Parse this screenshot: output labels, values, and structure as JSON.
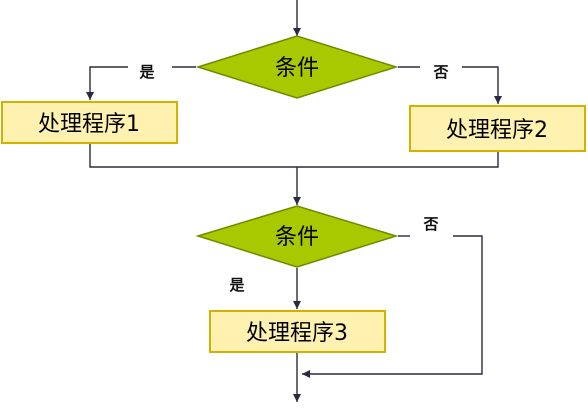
{
  "diagram": {
    "decision1": {
      "label": "条件",
      "yes": "是",
      "no": "否"
    },
    "process1": {
      "label": "处理程序1"
    },
    "process2": {
      "label": "处理程序2"
    },
    "decision2": {
      "label": "条件",
      "yes": "是",
      "no": "否"
    },
    "process3": {
      "label": "处理程序3"
    }
  },
  "colors": {
    "diamond_fill": "#a8c800",
    "diamond_border": "#6e8a00",
    "box_fill": "#fff2b0",
    "box_border": "#d4b000",
    "line": "#2a2a40"
  }
}
